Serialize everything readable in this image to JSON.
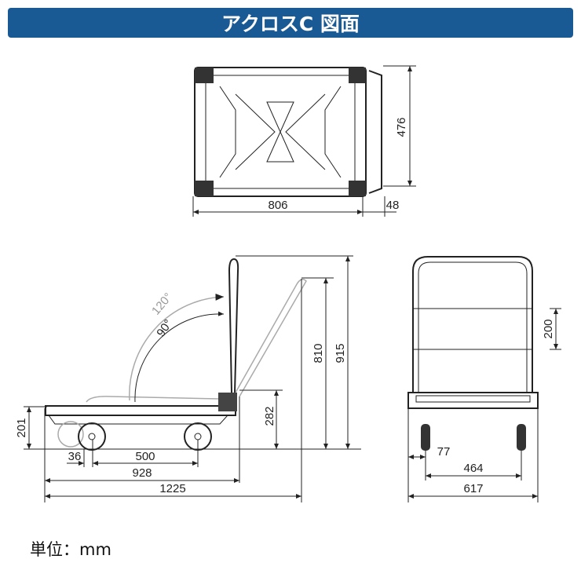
{
  "title": "アクロスC 図面",
  "top_view": {
    "depth": "476",
    "length": "806",
    "handle_depth": "48"
  },
  "side_view": {
    "angle_outer": "120°",
    "angle_inner": "90°",
    "platform_height": "201",
    "caster_offset": "36",
    "wheelbase": "500",
    "platform_length": "928",
    "total_length": "1225",
    "handle_base_height": "282",
    "folded_height": "810",
    "total_height": "915"
  },
  "front_view": {
    "panel_height": "200",
    "wheel_inset": "77",
    "wheel_track": "464",
    "width": "617"
  },
  "unit_label": "単位：mm"
}
